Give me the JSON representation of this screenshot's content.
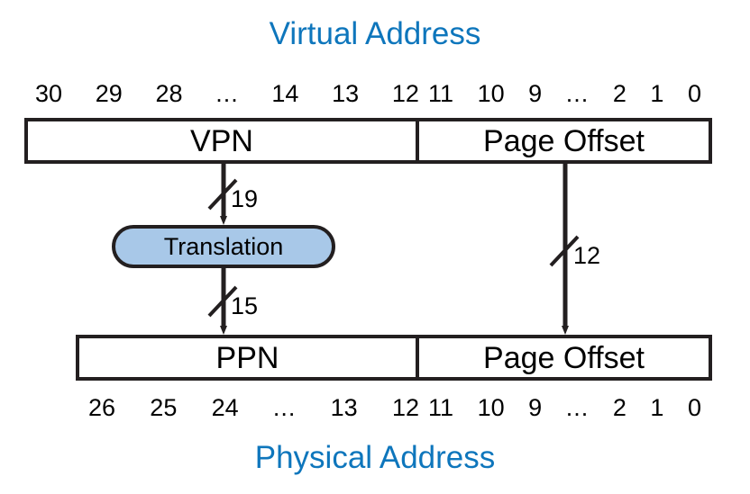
{
  "diagram": {
    "title_virtual": "Virtual Address",
    "title_physical": "Physical Address",
    "accent_color": "#0e76bc",
    "oval_fill": "#a8c8e8",
    "stroke_color": "#231f20",
    "virtual_address": {
      "bits_high": [
        "30",
        "29",
        "28",
        "...",
        "14",
        "13",
        "12"
      ],
      "bits_low": [
        "11",
        "10",
        "9",
        "...",
        "2",
        "1",
        "0"
      ],
      "field_high_label": "VPN",
      "field_low_label": "Page Offset"
    },
    "physical_address": {
      "bits_high": [
        "26",
        "25",
        "24",
        "...",
        "13",
        "12"
      ],
      "bits_low": [
        "11",
        "10",
        "9",
        "...",
        "2",
        "1",
        "0"
      ],
      "field_high_label": "PPN",
      "field_low_label": "Page Offset"
    },
    "translation_label": "Translation",
    "wire_widths": {
      "vpn_in": "19",
      "ppn_out": "15",
      "page_offset": "12"
    }
  }
}
